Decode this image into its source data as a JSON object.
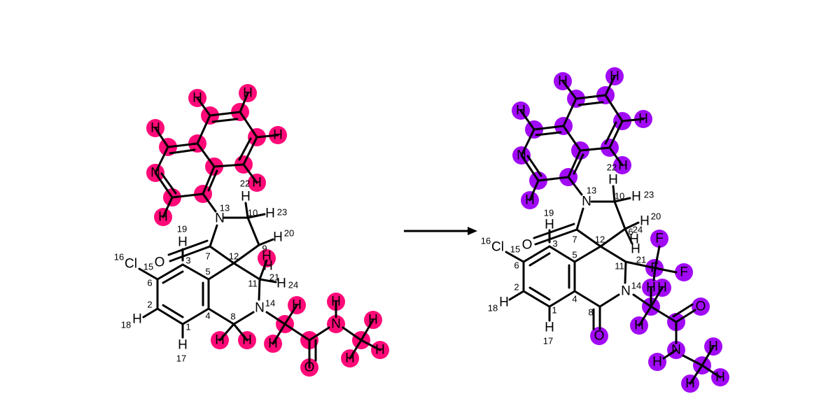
{
  "colors": {
    "reactant_highlight": "#ff0a78",
    "product_highlight": "#a10af5"
  },
  "reactant": {
    "labels": {
      "h_a": "H",
      "h_b": "H",
      "h_c": "H",
      "h_d": "H",
      "n_ring": "N",
      "h_e": "H",
      "h_f": "H",
      "h_22": "H",
      "n_13": "N",
      "h_10": "H",
      "h_23": "H",
      "h_20": "H",
      "h_19": "H",
      "o_ring": "O",
      "cl": "Cl",
      "h_9": "H",
      "h_24": "H",
      "n_14": "N",
      "h_18": "H",
      "h_17": "H",
      "h_8a": "H",
      "h_8b": "H",
      "h_ch2a": "H",
      "h_ch2b": "H",
      "o_amide": "O",
      "n_amide": "N",
      "h_nh": "H",
      "h_me1": "H",
      "h_me2": "H",
      "h_me3": "H"
    },
    "indices": {
      "i13": "13",
      "i10": "10",
      "i23": "23",
      "i20": "20",
      "i19": "19",
      "i22": "22",
      "i16": "16",
      "i15": "15",
      "i3": "3",
      "i7": "7",
      "i12": "12",
      "i9": "9",
      "i5": "5",
      "i6": "6",
      "i11": "11",
      "i21": "21",
      "i24": "24",
      "i2": "2",
      "i14": "14",
      "i18": "18",
      "i8": "8",
      "i4": "4",
      "i1": "1",
      "i17": "17"
    }
  },
  "product": {
    "labels": {
      "h_a": "H",
      "h_b": "H",
      "h_c": "H",
      "h_d": "H",
      "h_e": "H",
      "n_ring": "N",
      "h_22": "H",
      "h_f": "H",
      "n_13": "N",
      "h_10": "H",
      "h_23": "H",
      "h_20": "H",
      "h_19": "H",
      "o_ring": "O",
      "cl": "Cl",
      "h_24": "H",
      "f1": "F",
      "f2": "F",
      "f3": "F",
      "n_14": "N",
      "h_ch2a": "H",
      "h_ch2b": "H",
      "h_ch2c": "H",
      "o_amide": "O",
      "h_18": "H",
      "h_17": "H",
      "o_lactam": "O",
      "n_amide": "N",
      "h_nh": "H",
      "h_me1": "H",
      "h_me2": "H",
      "h_me3": "H"
    },
    "indices": {
      "i13": "13",
      "i10": "10",
      "i23": "23",
      "i20": "20",
      "i19": "19",
      "i22": "22",
      "i16": "16",
      "i15": "15",
      "i3": "3",
      "i7": "7",
      "i12": "12",
      "i6": "6",
      "i24": "24",
      "i5": "5",
      "i11": "11",
      "i21": "21",
      "i6b": "6",
      "i2": "2",
      "i14": "14",
      "i18": "18",
      "i1": "1",
      "i4": "4",
      "i8": "8",
      "i17": "17"
    }
  }
}
